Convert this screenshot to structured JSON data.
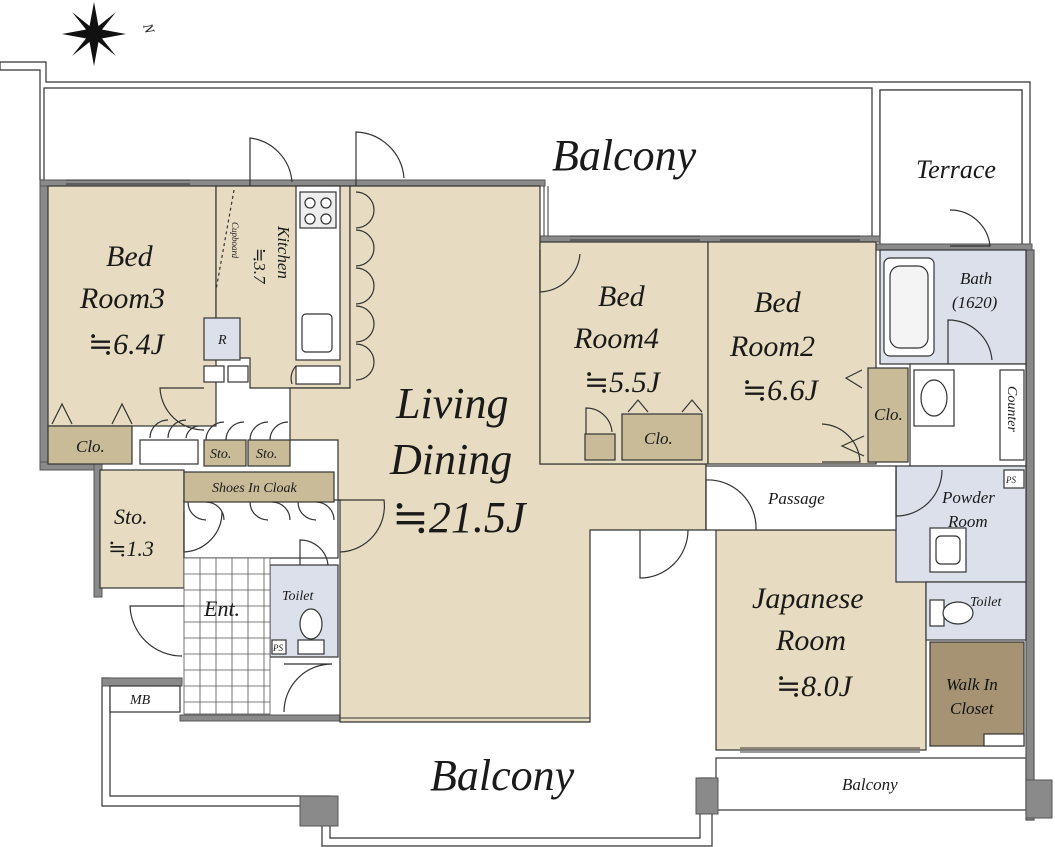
{
  "compass": {
    "label": "N",
    "icon": "north-arrow-icon"
  },
  "rooms": {
    "balcony_north": "Balcony",
    "terrace": "Terrace",
    "bath": {
      "name": "Bath",
      "size": "(1620)"
    },
    "bed3": {
      "line1": "Bed",
      "line2": "Room3",
      "area": "≒6.4J"
    },
    "kitchen": {
      "name": "Kitchen",
      "area": "≒3.7",
      "cupboard": "Cupboard",
      "fridge": "R"
    },
    "bed4": {
      "line1": "Bed",
      "line2": "Room4",
      "area": "≒5.5J"
    },
    "bed2": {
      "line1": "Bed",
      "line2": "Room2",
      "area": "≒6.6J"
    },
    "counter": "Counter",
    "living": {
      "line1": "Living",
      "line2": "Dining",
      "area": "≒21.5J"
    },
    "clo_bed3": "Clo.",
    "clo_bed4": "Clo.",
    "clo_bed2": "Clo.",
    "sto_a": "Sto.",
    "sto_b": "Sto.",
    "shoes_cloak": "Shoes In Cloak",
    "passage": "Passage",
    "ps_powder": "PS",
    "powder_room": {
      "line1": "Powder",
      "line2": "Room"
    },
    "storage": {
      "name": "Sto.",
      "area": "≒1.3"
    },
    "entrance": "Ent.",
    "toilet_entry": "Toilet",
    "ps_toilet": "PS",
    "japanese": {
      "line1": "Japanese",
      "line2": "Room",
      "area": "≒8.0J"
    },
    "toilet_east": "Toilet",
    "walk_in": {
      "line1": "Walk In",
      "line2": "Closet"
    },
    "mb": "MB",
    "balcony_south": "Balcony",
    "balcony_east": "Balcony"
  },
  "colors": {
    "room_fill": "#e7dcc1",
    "wet_fill": "#dce0ea",
    "closet_fill": "#c9bb98",
    "closet_dark": "#a59373",
    "wall": "#777777",
    "line": "#333333"
  }
}
